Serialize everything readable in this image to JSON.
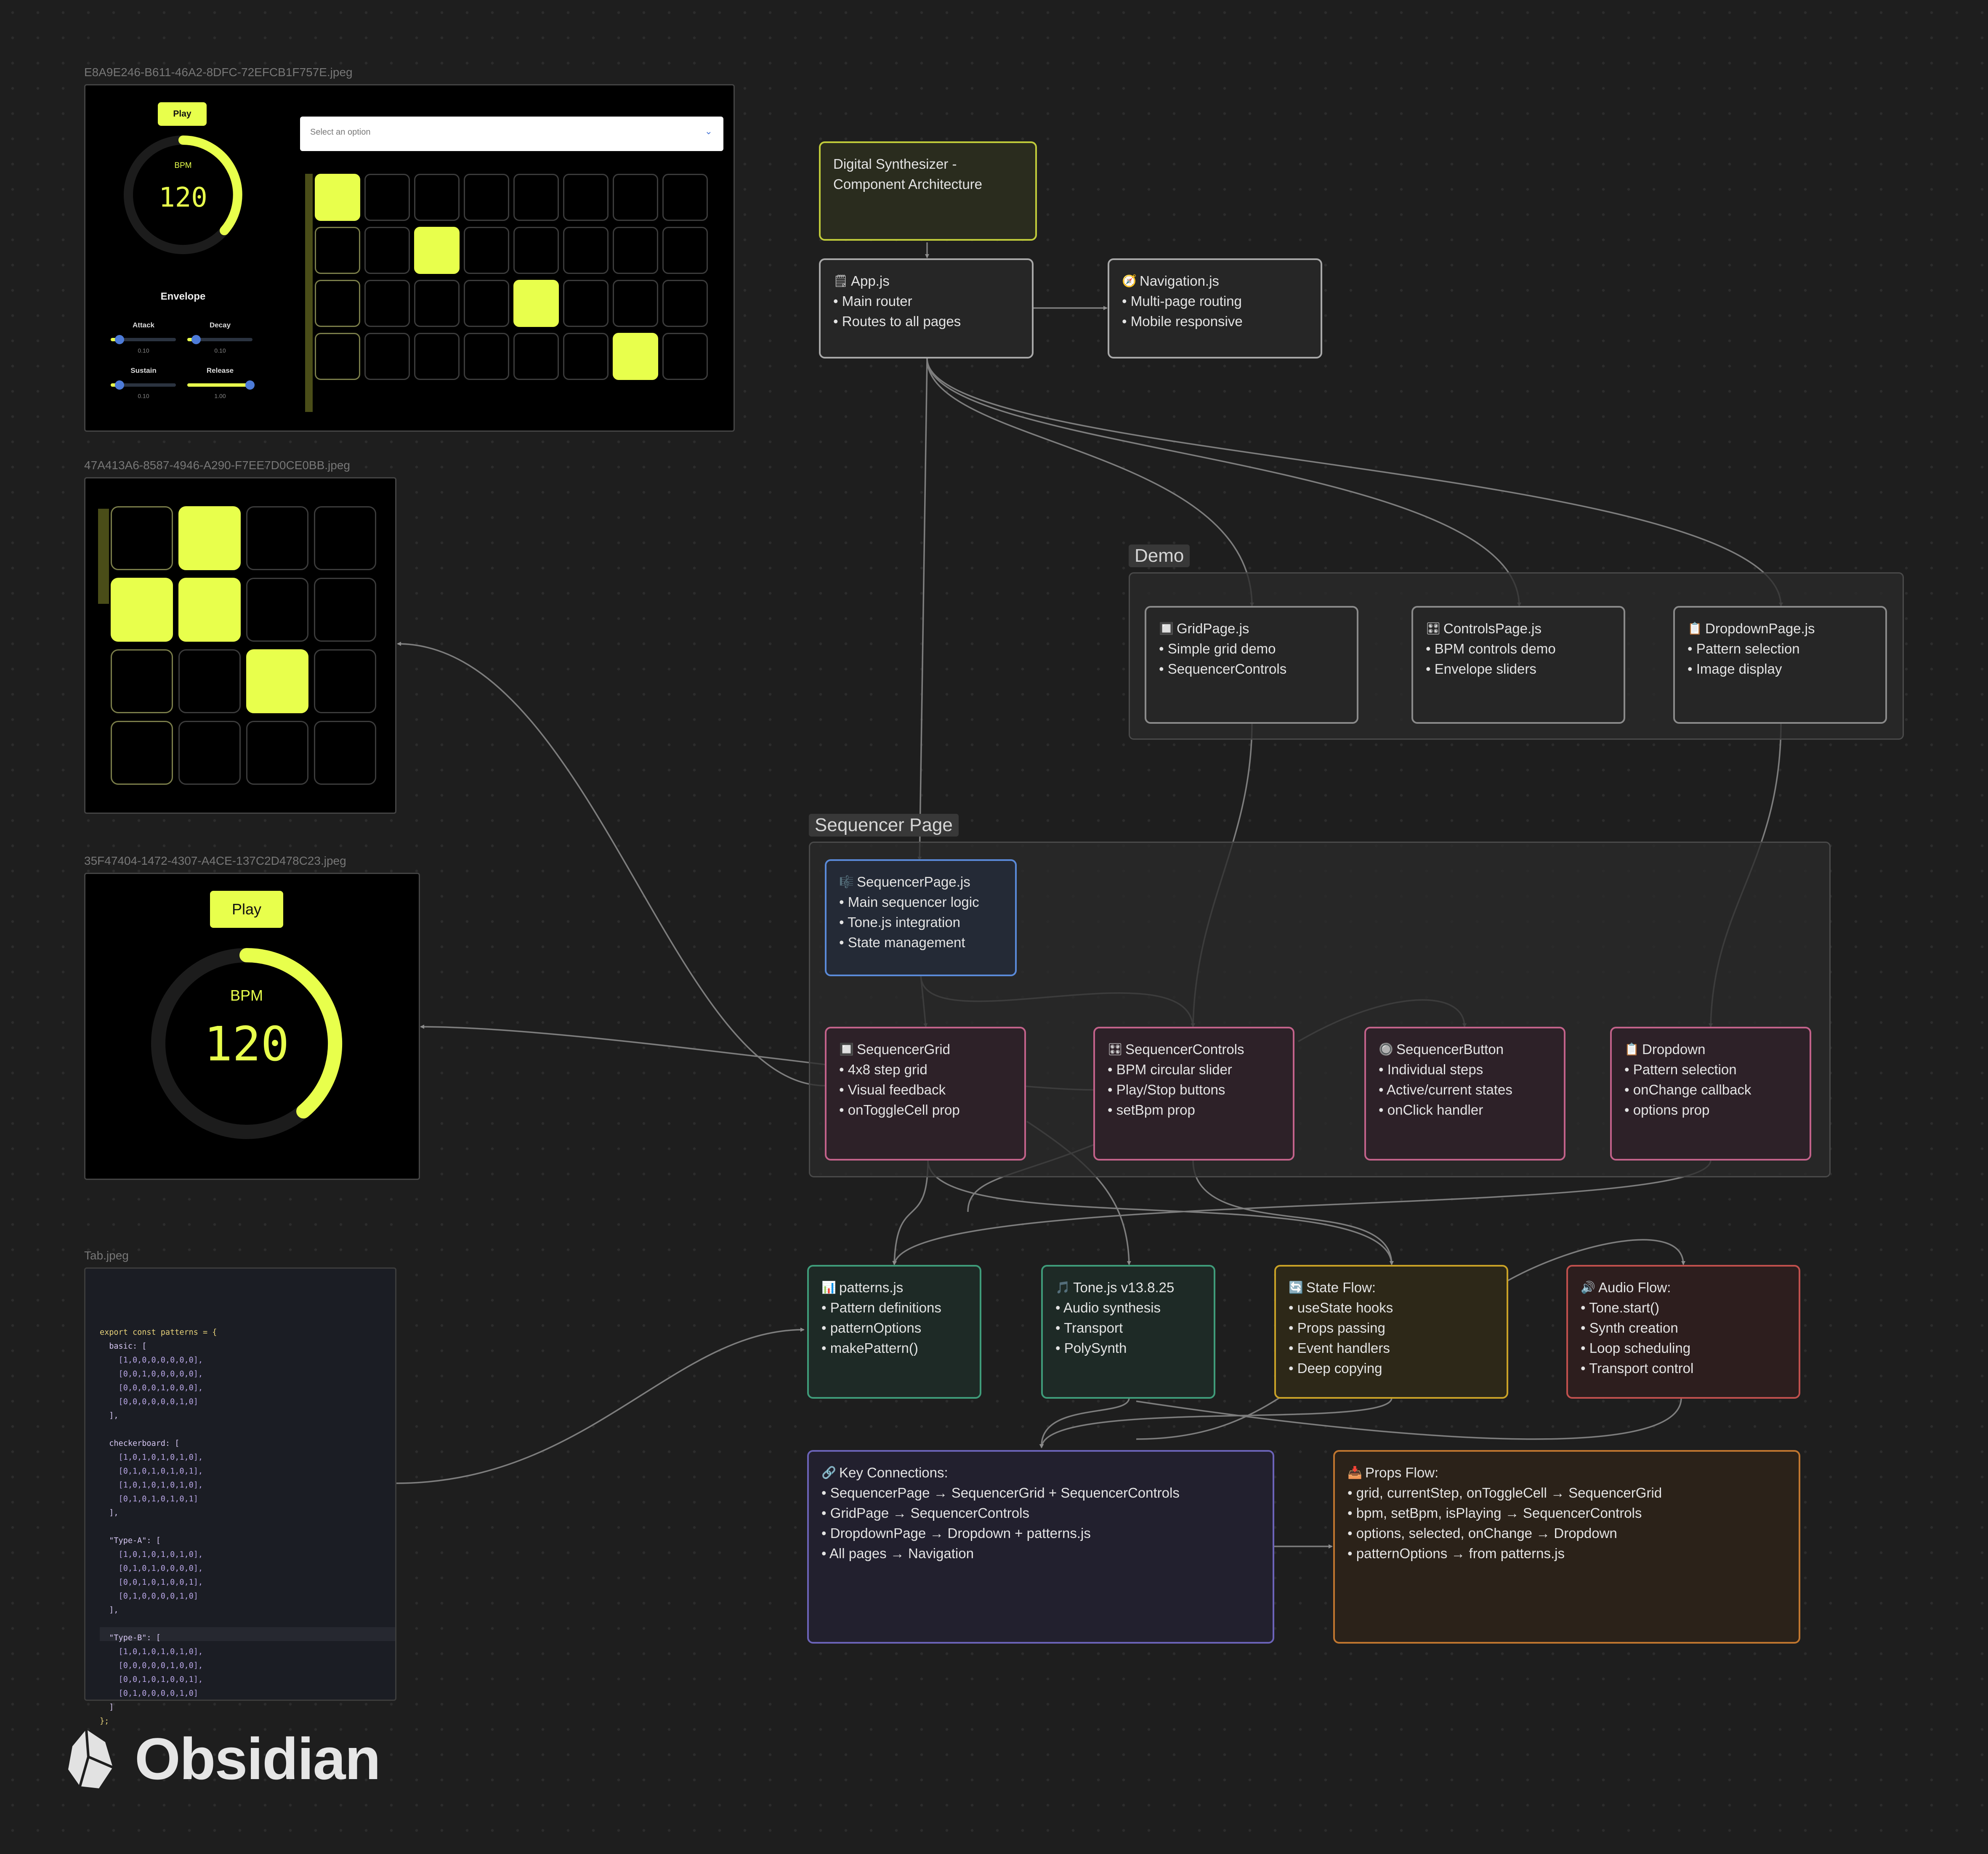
{
  "files": {
    "synth": "E8A9E246-B611-46A2-8DFC-72EFCB1F757E.jpeg",
    "grid": "47A413A6-8587-4946-A290-F7EE7D0CE0BB.jpeg",
    "bpm": "35F47404-1472-4307-A4CE-137C2D478C23.jpeg",
    "tab": "Tab.jpeg"
  },
  "synth_ui": {
    "play": "Play",
    "bpm_label": "BPM",
    "bpm_value": "120",
    "envelope": "Envelope",
    "dropdown_placeholder": "Select an option",
    "sliders": [
      {
        "label": "Attack",
        "value": "0.10"
      },
      {
        "label": "Decay",
        "value": "0.10"
      },
      {
        "label": "Sustain",
        "value": "0.10"
      },
      {
        "label": "Release",
        "value": "1.00"
      }
    ],
    "active_cells": [
      [
        0,
        0
      ],
      [
        1,
        2
      ],
      [
        2,
        4
      ],
      [
        3,
        6
      ]
    ]
  },
  "grid_ui": {
    "active_cells": [
      [
        0,
        1
      ],
      [
        1,
        0
      ],
      [
        1,
        1
      ],
      [
        2,
        2
      ]
    ]
  },
  "bpm_ui": {
    "play": "Play",
    "bpm_label": "BPM",
    "bpm_value": "120"
  },
  "code_lines": [
    "export const patterns = {",
    "  basic: [",
    "    [1,0,0,0,0,0,0,0],",
    "    [0,0,1,0,0,0,0,0],",
    "    [0,0,0,0,1,0,0,0],",
    "    [0,0,0,0,0,0,1,0]",
    "  ],",
    "",
    "  checkerboard: [",
    "    [1,0,1,0,1,0,1,0],",
    "    [0,1,0,1,0,1,0,1],",
    "    [1,0,1,0,1,0,1,0],",
    "    [0,1,0,1,0,1,0,1]",
    "  ],",
    "",
    "  \"Type-A\": [",
    "    [1,0,1,0,1,0,1,0],",
    "    [0,1,0,1,0,0,0,0],",
    "    [0,0,1,0,1,0,0,1],",
    "    [0,1,0,0,0,0,1,0]",
    "  ],",
    "",
    "  \"Type-B\": [",
    "    [1,0,1,0,1,0,1,0],",
    "    [0,0,0,0,0,1,0,0],",
    "    [0,0,1,0,1,0,0,1],",
    "    [0,1,0,0,0,0,1,0]",
    "  ]",
    "};"
  ],
  "groups": {
    "demo": "Demo",
    "sequencer": "Sequencer Page"
  },
  "nodes": {
    "header": {
      "title": "Digital Synthesizer - Component Architecture"
    },
    "app": {
      "icon": "🗒",
      "title": "App.js",
      "lines": [
        "Main router",
        "Routes to all pages"
      ]
    },
    "nav": {
      "icon": "🧭",
      "title": "Navigation.js",
      "lines": [
        "Multi-page routing",
        "Mobile responsive"
      ]
    },
    "gridpage": {
      "icon": "🔲",
      "title": "GridPage.js",
      "lines": [
        "Simple grid demo",
        "SequencerControls"
      ]
    },
    "controlspage": {
      "icon": "🎛",
      "title": "ControlsPage.js",
      "lines": [
        "BPM controls demo",
        "Envelope sliders"
      ]
    },
    "dropdownpage": {
      "icon": "📋",
      "title": "DropdownPage.js",
      "lines": [
        "Pattern selection",
        "Image display"
      ]
    },
    "seqpage": {
      "icon": "🎼",
      "title": "SequencerPage.js",
      "lines": [
        "Main sequencer logic",
        "Tone.js integration",
        "State management"
      ]
    },
    "seqgrid": {
      "icon": "🔲",
      "title": "SequencerGrid",
      "lines": [
        "4x8 step grid",
        "Visual feedback",
        "onToggleCell prop"
      ]
    },
    "seqcontrols": {
      "icon": "🎛",
      "title": "SequencerControls",
      "lines": [
        "BPM circular slider",
        "Play/Stop buttons",
        "setBpm prop"
      ]
    },
    "seqbutton": {
      "icon": "🔘",
      "title": "SequencerButton",
      "lines": [
        "Individual steps",
        "Active/current states",
        "onClick handler"
      ]
    },
    "dropdown": {
      "icon": "📋",
      "title": "Dropdown",
      "lines": [
        "Pattern selection",
        "onChange callback",
        "options prop"
      ]
    },
    "patterns": {
      "icon": "📊",
      "title": "patterns.js",
      "lines": [
        "Pattern definitions",
        "patternOptions",
        "makePattern()"
      ]
    },
    "tone": {
      "icon": "🎵",
      "title": "Tone.js v13.8.25",
      "lines": [
        "Audio synthesis",
        "Transport",
        "PolySynth"
      ]
    },
    "state": {
      "icon": "🔄",
      "title": "State Flow:",
      "lines": [
        "useState hooks",
        "Props passing",
        "Event handlers",
        "Deep copying"
      ]
    },
    "audio": {
      "icon": "🔊",
      "title": "Audio Flow:",
      "lines": [
        "Tone.start()",
        "Synth creation",
        "Loop scheduling",
        "Transport control"
      ]
    },
    "keyconn": {
      "icon": "🔗",
      "title": "Key Connections:",
      "lines": [
        "SequencerPage → SequencerGrid + SequencerControls",
        "GridPage → SequencerControls",
        "DropdownPage → Dropdown + patterns.js",
        "All pages → Navigation"
      ]
    },
    "props": {
      "icon": "📥",
      "title": "Props Flow:",
      "lines": [
        "grid, currentStep, onToggleCell → SequencerGrid",
        "bpm, setBpm, isPlaying → SequencerControls",
        "options, selected, onChange → Dropdown",
        "patternOptions → from patterns.js"
      ]
    }
  },
  "colors": {
    "header": "#c0cb3a",
    "app": "#a8a8a8",
    "nav": "#a8a8a8",
    "demo": "#8a8a8a",
    "seqpage": "#5a8ad8",
    "seq_children": "#c2628a",
    "patterns": "#3f9c7a",
    "tone": "#3f9c7a",
    "state": "#c9a227",
    "audio": "#c0504d",
    "keyconn": "#6b63b8",
    "props": "#c0762f",
    "accent": "#e8ff4c"
  },
  "brand": {
    "name": "Obsidian",
    "icon": "obsidian-logo-icon"
  }
}
